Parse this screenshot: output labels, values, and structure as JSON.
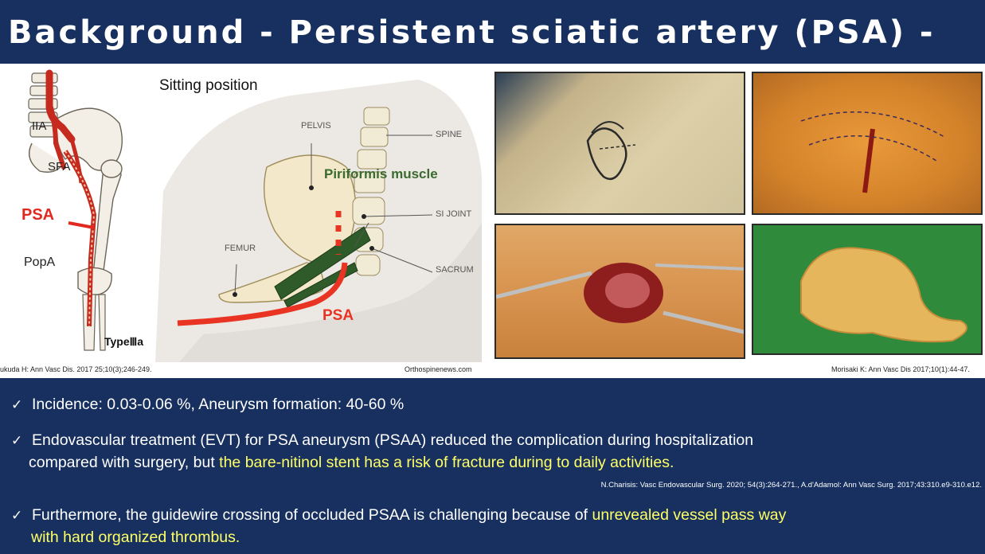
{
  "title": "Background  - Persistent sciatic artery (PSA) -",
  "figure_left": {
    "labels": {
      "iia": "IIA",
      "sfa": "SFA",
      "psa": "PSA",
      "popa": "PopA",
      "type": "TypeⅢa"
    },
    "citation": "ukuda H: Ann Vasc Dis. 2017 25;10(3);246-249."
  },
  "figure_middle": {
    "heading": "Sitting position",
    "labels": {
      "pelvis": "PELVIS",
      "spine": "SPINE",
      "piriformis": "Piriformis muscle",
      "si_joint": "SI JOINT",
      "femur": "FEMUR",
      "sacrum": "SACRUM",
      "psa": "PSA"
    },
    "citation": "Orthospinenews.com"
  },
  "figure_right": {
    "citation": "Morisaki K: Ann Vasc Dis 2017;10(1):44-47."
  },
  "bullets": [
    {
      "check": "✓",
      "line1": "Incidence: 0.03-0.06 %, Aneurysm formation: 40-60 %"
    },
    {
      "check": "✓",
      "line1": "Endovascular treatment (EVT) for PSA aneurysm (PSAA) reduced the complication during hospitalization",
      "line2_plain": "compared with surgery, but ",
      "line2_highlight": "the bare-nitinol stent has a risk of fracture during to daily activities."
    },
    {
      "check": "✓",
      "line1_plain": "Furthermore, the guidewire crossing of occluded PSAA is challenging because of ",
      "line1_highlight": "unrevealed vessel pass way",
      "line2_highlight": "with hard organized thrombus."
    }
  ],
  "reference": "N.Charisis: Vasc Endovascular Surg. 2020; 54(3):264-271., A.d'Adamol: Ann Vasc Surg. 2017;43:310.e9-310.e12.",
  "colors": {
    "background": "#17305f",
    "highlight": "#ffff66",
    "artery": "#d8271f",
    "muscle": "#2f5a2a"
  }
}
